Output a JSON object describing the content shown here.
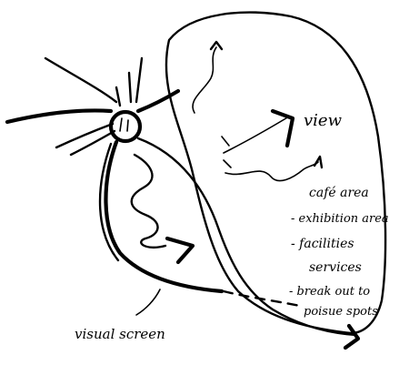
{
  "labels": {
    "view": "view",
    "activities": [
      "café area",
      "- exhibition area",
      "- facilities",
      "services",
      "- break out to",
      "poisue spots"
    ],
    "visual_screen": "visual screen"
  }
}
